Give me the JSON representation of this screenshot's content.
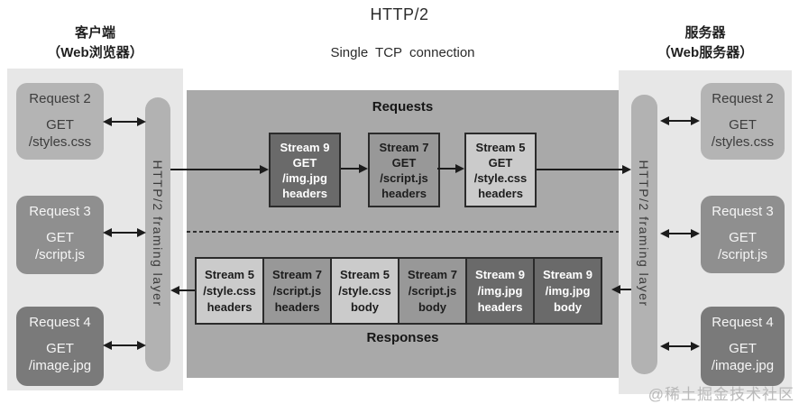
{
  "title": "HTTP/2",
  "subtitle": "Single TCP connection",
  "watermark": "@稀土掘金技术社区",
  "client": {
    "title": "客户端",
    "subtitle": "（Web浏览器）",
    "framing_label": "HTTP/2 framing layer",
    "requests": [
      {
        "name": "Request 2",
        "method": "GET",
        "path": "/styles.css"
      },
      {
        "name": "Request 3",
        "method": "GET",
        "path": "/script.js"
      },
      {
        "name": "Request 4",
        "method": "GET",
        "path": "/image.jpg"
      }
    ]
  },
  "server": {
    "title": "服务器",
    "subtitle": "（Web服务器）",
    "framing_label": "HTTP/2 framing layer",
    "requests": [
      {
        "name": "Request 2",
        "method": "GET",
        "path": "/styles.css"
      },
      {
        "name": "Request 3",
        "method": "GET",
        "path": "/script.js"
      },
      {
        "name": "Request 4",
        "method": "GET",
        "path": "/image.jpg"
      }
    ]
  },
  "connection": {
    "requests_label": "Requests",
    "responses_label": "Responses",
    "request_streams": [
      {
        "stream": "Stream 9",
        "method": "GET",
        "path": "/img.jpg",
        "part": "headers",
        "tone": "dark"
      },
      {
        "stream": "Stream 7",
        "method": "GET",
        "path": "/script.js",
        "part": "headers",
        "tone": "medium"
      },
      {
        "stream": "Stream 5",
        "method": "GET",
        "path": "/style.css",
        "part": "headers",
        "tone": "light"
      }
    ],
    "response_frames": [
      {
        "stream": "Stream 5",
        "path": "/style.css",
        "part": "headers",
        "tone": "light"
      },
      {
        "stream": "Stream 7",
        "path": "/script.js",
        "part": "headers",
        "tone": "medium"
      },
      {
        "stream": "Stream 5",
        "path": "/style.css",
        "part": "body",
        "tone": "light"
      },
      {
        "stream": "Stream 7",
        "path": "/script.js",
        "part": "body",
        "tone": "medium"
      },
      {
        "stream": "Stream 9",
        "path": "/img.jpg",
        "part": "headers",
        "tone": "dark"
      },
      {
        "stream": "Stream 9",
        "path": "/img.jpg",
        "part": "body",
        "tone": "dark"
      }
    ]
  },
  "colors": {
    "side_panel": "#e7e7e7",
    "connection_panel": "#a9a9a9",
    "framing_bar": "#b2b2b2",
    "frame_light": "#cbcbcb",
    "frame_medium": "#989898",
    "frame_dark": "#6a6a6a",
    "arrow": "#1c1c1c"
  }
}
